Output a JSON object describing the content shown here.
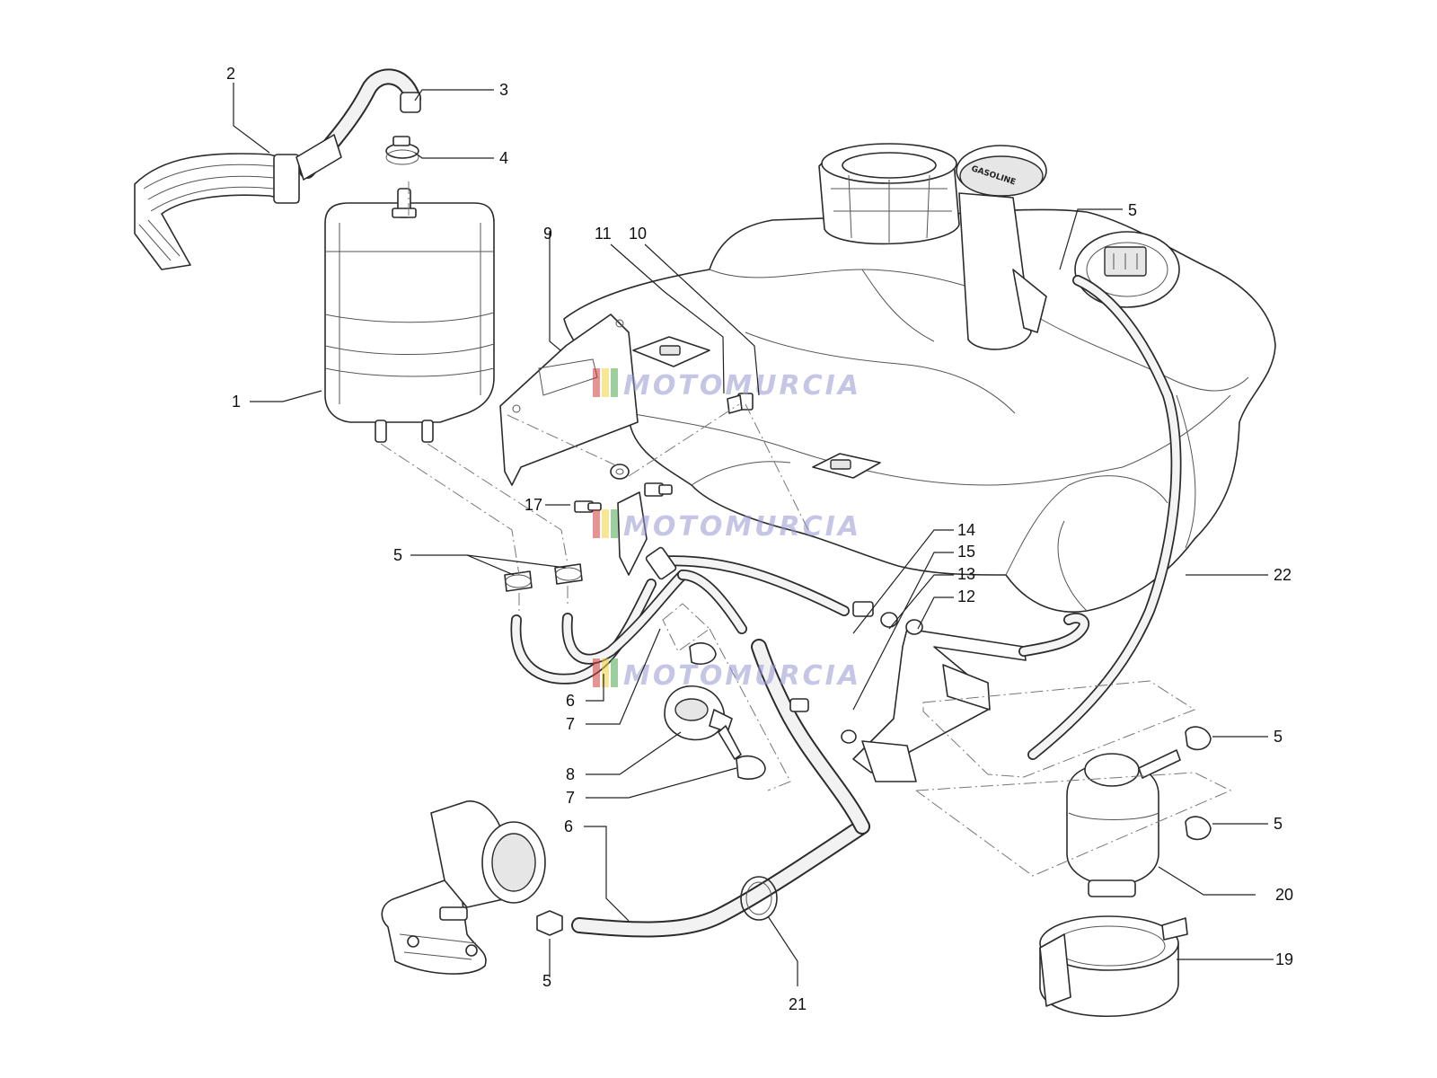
{
  "watermark": {
    "text": "MOTOMURCIA",
    "stripe_colors": [
      "#d33b3b",
      "#f2d23c",
      "#4aa84a"
    ]
  },
  "cap_text": "GASOLINE",
  "callouts": [
    {
      "id": "c1",
      "label": "1"
    },
    {
      "id": "c2",
      "label": "2"
    },
    {
      "id": "c3",
      "label": "3"
    },
    {
      "id": "c4",
      "label": "4"
    },
    {
      "id": "c5a",
      "label": "5"
    },
    {
      "id": "c5b",
      "label": "5"
    },
    {
      "id": "c5c",
      "label": "5"
    },
    {
      "id": "c5d",
      "label": "5"
    },
    {
      "id": "c5e",
      "label": "5"
    },
    {
      "id": "c6a",
      "label": "6"
    },
    {
      "id": "c6b",
      "label": "6"
    },
    {
      "id": "c7a",
      "label": "7"
    },
    {
      "id": "c7b",
      "label": "7"
    },
    {
      "id": "c8",
      "label": "8"
    },
    {
      "id": "c9",
      "label": "9"
    },
    {
      "id": "c10",
      "label": "10"
    },
    {
      "id": "c11",
      "label": "11"
    },
    {
      "id": "c12",
      "label": "12"
    },
    {
      "id": "c13",
      "label": "13"
    },
    {
      "id": "c14",
      "label": "14"
    },
    {
      "id": "c15",
      "label": "15"
    },
    {
      "id": "c17",
      "label": "17"
    },
    {
      "id": "c19",
      "label": "19"
    },
    {
      "id": "c20",
      "label": "20"
    },
    {
      "id": "c21",
      "label": "21"
    },
    {
      "id": "c22",
      "label": "22"
    }
  ]
}
